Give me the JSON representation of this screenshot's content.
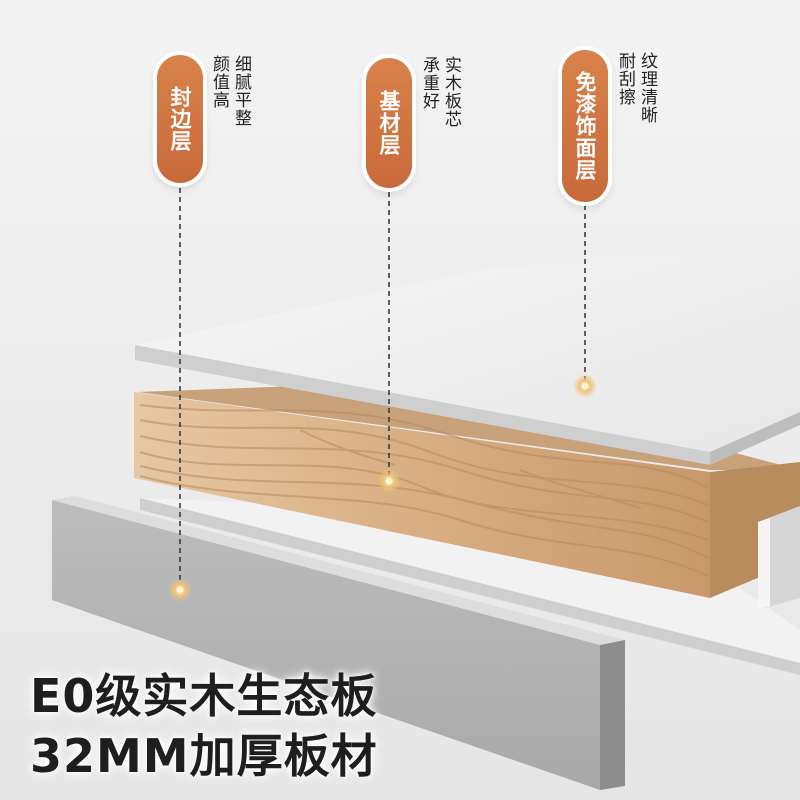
{
  "labels": [
    {
      "title": "封边层",
      "callout": [
        "细腻平整",
        "颜值高"
      ]
    },
    {
      "title": "基材层",
      "callout": [
        "实木板芯",
        "承重好"
      ]
    },
    {
      "title": "免漆饰面层",
      "callout": [
        "纹理清晰",
        "耐刮擦"
      ]
    }
  ],
  "headline": {
    "line1": "E0级实木生态板",
    "line2": "32MM加厚板材"
  },
  "colors": {
    "accent": "#c8693a",
    "leader_line": "#3a3a3a",
    "wood": "#d9b58c"
  }
}
